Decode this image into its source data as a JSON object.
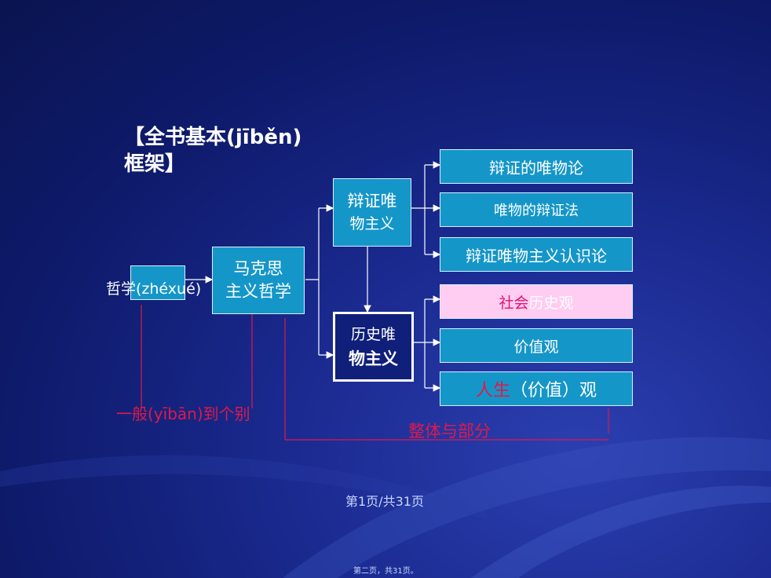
{
  "title": {
    "line1": "【全书基本(jīběn)",
    "line2": "框架】"
  },
  "nodes": {
    "philosophy": "哲学(zhéxué)",
    "marxist_line1": "马克思",
    "marxist_line2": "主义哲学",
    "dialectical_line1": "辩证唯",
    "dialectical_line2": "物主义",
    "historical_line1": "历史唯",
    "historical_line2": "物主义"
  },
  "branches": {
    "b1": "辩证的唯物论",
    "b2": "唯物的辩证法",
    "b3": "辩证唯物主义认识论",
    "b4_part1": "社会",
    "b4_part2": "历史观",
    "b5": "价值观",
    "b6_part1": "人生",
    "b6_part2": "（价值）观"
  },
  "relations": {
    "general_to_individual": "一般(yībān)到个别",
    "whole_and_part": "整体与部分"
  },
  "footer": {
    "page": "第1页/共31页",
    "small": "第二页，共31页。"
  },
  "colors": {
    "box_fill": "#1596c8",
    "pink_fill": "#ffccf2",
    "relation_red": "#e0194a",
    "bg": "#0e1a6a"
  }
}
